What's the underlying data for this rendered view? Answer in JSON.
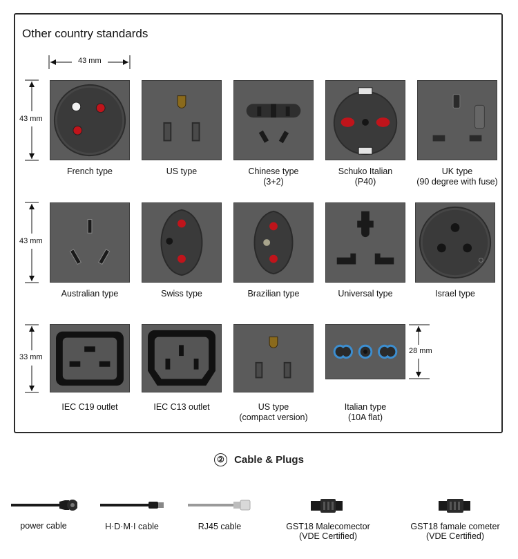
{
  "section1": {
    "title": "Other country standards",
    "dimensions": {
      "width_top": "43 mm",
      "row1_height": "43 mm",
      "row2_height": "43 mm",
      "row3_height": "33 mm",
      "italian_height": "28 mm"
    },
    "sockets": [
      {
        "line1": "French type",
        "line2": ""
      },
      {
        "line1": "US type",
        "line2": ""
      },
      {
        "line1": "Chinese type",
        "line2": "(3+2)"
      },
      {
        "line1": "Schuko Italian",
        "line2": "(P40)"
      },
      {
        "line1": "UK type",
        "line2": "(90 degree with fuse)"
      },
      {
        "line1": "Australian type",
        "line2": ""
      },
      {
        "line1": "Swiss type",
        "line2": ""
      },
      {
        "line1": "Brazilian type",
        "line2": ""
      },
      {
        "line1": "Universal type",
        "line2": ""
      },
      {
        "line1": "Israel type",
        "line2": ""
      },
      {
        "line1": "IEC C19 outlet",
        "line2": ""
      },
      {
        "line1": "IEC C13 outlet",
        "line2": ""
      },
      {
        "line1": "US type",
        "line2": "(compact version)"
      },
      {
        "line1": "Italian type",
        "line2": "(10A flat)"
      }
    ]
  },
  "section2": {
    "number": "②",
    "title": "Cable & Plugs",
    "cables": [
      {
        "line1": "power cable",
        "line2": ""
      },
      {
        "line1": "H·D·M·I cable",
        "line2": ""
      },
      {
        "line1": "RJ45 cable",
        "line2": ""
      },
      {
        "line1": "GST18 Malecomector",
        "line2": "(VDE Certified)"
      },
      {
        "line1": "GST18 famale cometer",
        "line2": "(VDE Certified)"
      }
    ]
  },
  "colors": {
    "tile": "#5b5b5b",
    "socket_face": "#3f3f3f",
    "red_contact": "#c0141b",
    "blue_contact": "#3c8ed0"
  }
}
